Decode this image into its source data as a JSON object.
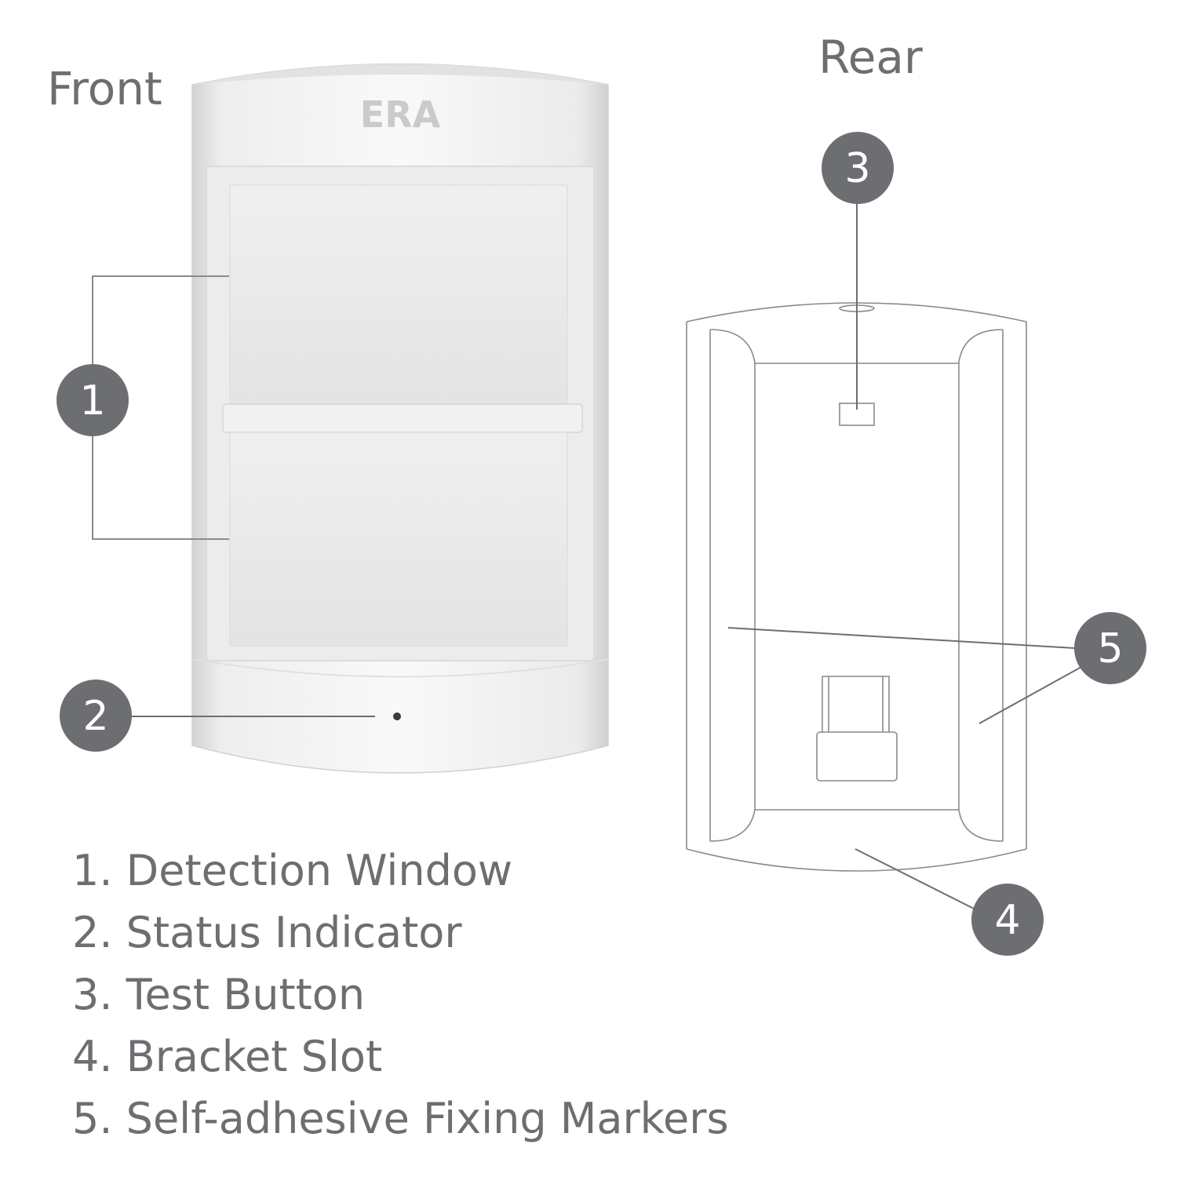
{
  "views": {
    "front_label": "Front",
    "rear_label": "Rear"
  },
  "brand": "ERA",
  "colors": {
    "callout": "#6d6e71",
    "outline": "#8a8a8a",
    "text": "#6d6e71"
  },
  "callouts": [
    "1",
    "2",
    "3",
    "4",
    "5"
  ],
  "legend": [
    "1. Detection Window",
    "2. Status Indicator",
    "3. Test Button",
    "4. Bracket Slot",
    "5. Self-adhesive Fixing Markers"
  ]
}
